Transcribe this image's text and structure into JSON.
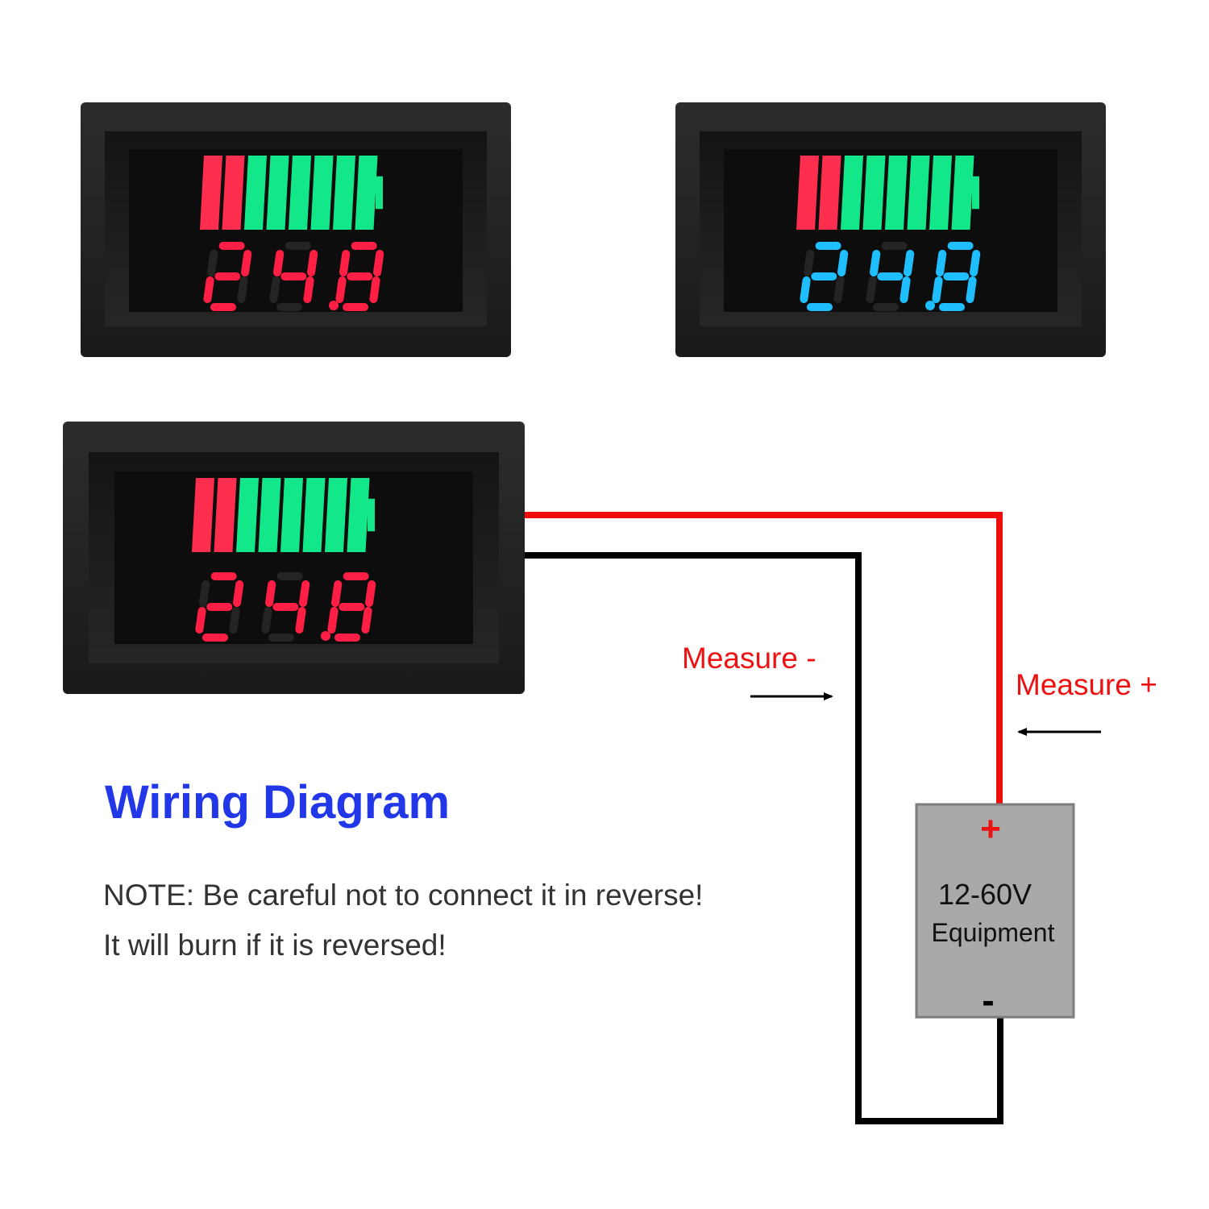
{
  "meters": [
    {
      "reading": "24.8",
      "digit_color": "#ff1f45",
      "battery_red_bars": 2,
      "battery_green_bars": 6
    },
    {
      "reading": "24.8",
      "digit_color": "#1fbfff",
      "battery_red_bars": 2,
      "battery_green_bars": 6
    },
    {
      "reading": "24.8",
      "digit_color": "#ff1f45",
      "battery_red_bars": 2,
      "battery_green_bars": 6
    }
  ],
  "labels": {
    "measure_negative": "Measure -",
    "measure_positive": "Measure +",
    "title": "Wiring Diagram",
    "note_line1": "NOTE: Be careful not to connect it in reverse!",
    "note_line2": "It will burn if it is reversed!",
    "equipment_voltage": "12-60V",
    "equipment_name": "Equipment",
    "plus_symbol": "+",
    "minus_symbol": "-"
  },
  "colors": {
    "title_blue": "#2137e8",
    "wire_red": "#f20d0d",
    "wire_black": "#000000",
    "label_red": "#ee1111",
    "battery_red": "#ff2e4e",
    "battery_green": "#12e88a",
    "equipment_fill": "#a9a9a9",
    "note_text": "#333333"
  }
}
